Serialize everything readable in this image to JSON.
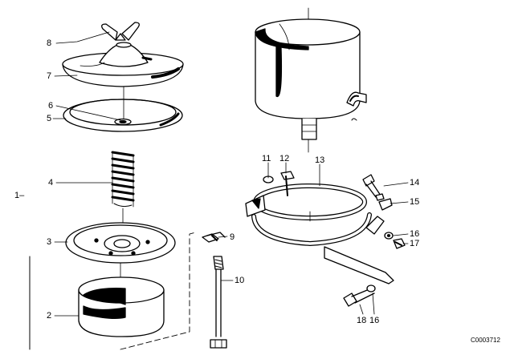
{
  "diagram": {
    "group_label": "1–",
    "reference_code": "C0003712",
    "callouts": [
      "8",
      "7",
      "6",
      "5",
      "4",
      "3",
      "2",
      "9",
      "10",
      "11",
      "12",
      "13",
      "14",
      "15",
      "16",
      "17",
      "18",
      "16"
    ]
  }
}
